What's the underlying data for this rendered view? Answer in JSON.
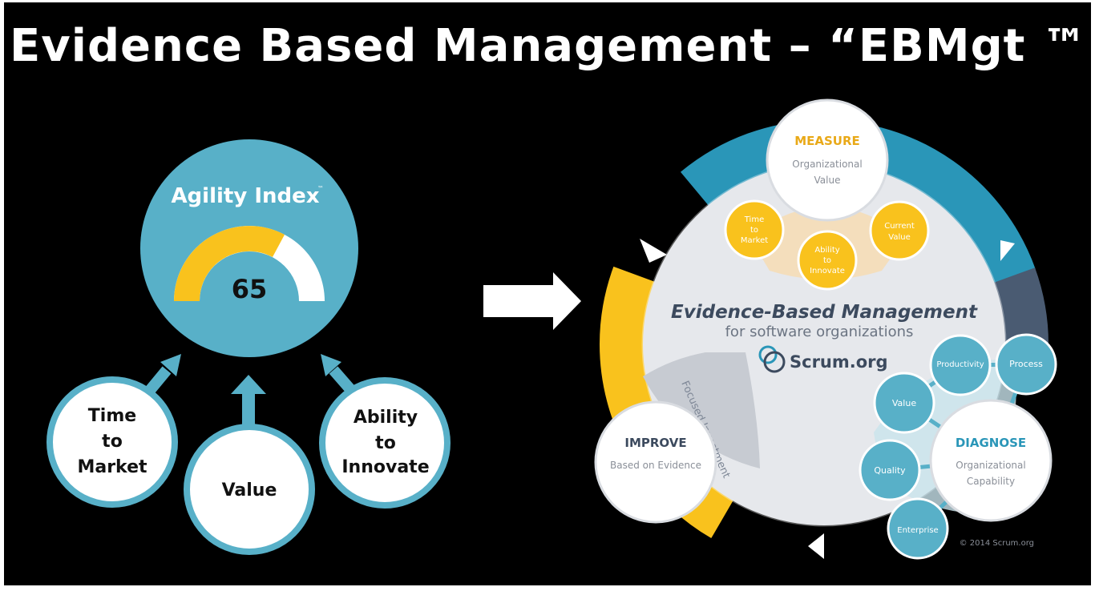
{
  "title": "Evidence Based Management – “EBMgt ™”",
  "colors": {
    "background": "#000000",
    "teal": "#58b0c8",
    "gold": "#f9c21d",
    "navy": "#4a5b72",
    "title_text": "#ffffff",
    "ebm_title": "#3c4a5e"
  },
  "agility": {
    "title": "Agility Index",
    "trademark": "™",
    "gauge_value": "65",
    "inputs": {
      "time_to_market": [
        "Time",
        "to",
        "Market"
      ],
      "value": "Value",
      "ability_to_innovate": [
        "Ability",
        "to",
        "Innovate"
      ]
    }
  },
  "ebm": {
    "title": "Evidence-Based Management",
    "subtitle": "for software organizations",
    "brand": "Scrum.org",
    "copyright": "© 2014 Scrum.org",
    "focused_investment": "Focused Investment",
    "measure": {
      "title": "MEASURE",
      "line1": "Organizational",
      "line2": "Value"
    },
    "improve": {
      "title": "IMPROVE",
      "line1": "Based on Evidence"
    },
    "diagnose": {
      "title": "DIAGNOSE",
      "line1": "Organizational",
      "line2": "Capability"
    },
    "measure_items": {
      "time_to_market": [
        "Time",
        "to",
        "Market"
      ],
      "ability_to_innovate": [
        "Ability",
        "to",
        "Innovate"
      ],
      "current_value": [
        "Current",
        "Value"
      ]
    },
    "diagnose_items": {
      "productivity": "Productivity",
      "process": "Process",
      "value": "Value",
      "quality": "Quality",
      "enterprise": "Enterprise"
    }
  }
}
